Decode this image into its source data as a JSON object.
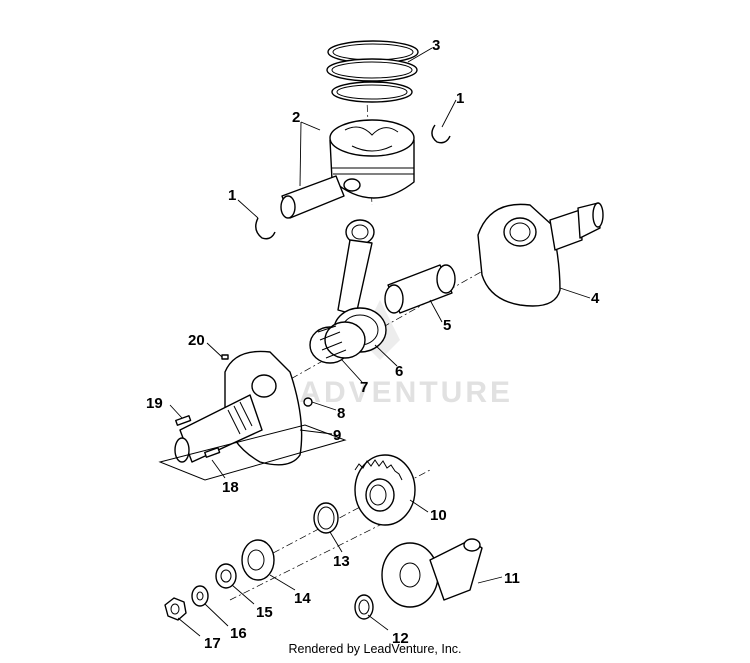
{
  "watermark": "LEADVENTURE",
  "credit": "Rendered by LeadVenture, Inc.",
  "callouts": {
    "c1a": "1",
    "c1b": "1",
    "c2": "2",
    "c3": "3",
    "c4": "4",
    "c5": "5",
    "c6": "6",
    "c7": "7",
    "c8": "8",
    "c9": "9",
    "c10": "10",
    "c11": "11",
    "c12": "12",
    "c13": "13",
    "c14": "14",
    "c15": "15",
    "c16": "16",
    "c17": "17",
    "c18": "18",
    "c19": "19",
    "c20": "20"
  }
}
